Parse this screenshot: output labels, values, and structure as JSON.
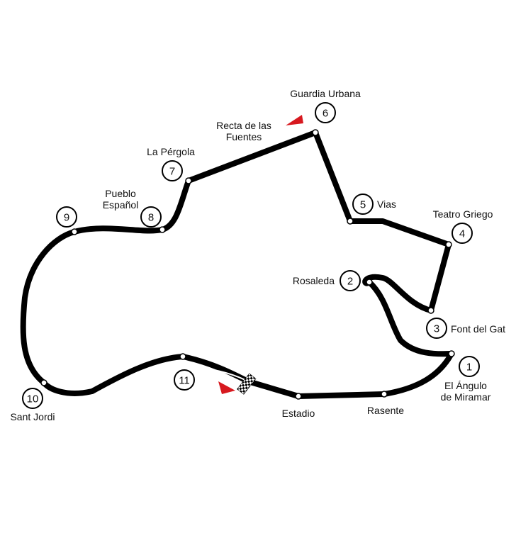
{
  "colors": {
    "track": "#000000",
    "marker": "#d7191f",
    "background": "#ffffff"
  },
  "corners": [
    {
      "num": "1",
      "name_lines": [
        "El Ángulo",
        "de Miramar"
      ]
    },
    {
      "num": "2",
      "name_lines": [
        "Rosaleda"
      ]
    },
    {
      "num": "3",
      "name_lines": [
        "Font del Gat"
      ]
    },
    {
      "num": "4",
      "name_lines": [
        "Teatro Griego"
      ]
    },
    {
      "num": "5",
      "name_lines": [
        "Vias"
      ]
    },
    {
      "num": "6",
      "name_lines": [
        "Guardia Urbana"
      ]
    },
    {
      "num": "7",
      "name_lines": [
        "La Pérgola"
      ]
    },
    {
      "num": "8",
      "name_lines": [
        "Pueblo",
        "Español"
      ]
    },
    {
      "num": "9",
      "name_lines": []
    },
    {
      "num": "10",
      "name_lines": [
        "Sant Jordi"
      ]
    },
    {
      "num": "11",
      "name_lines": []
    }
  ],
  "straights": [
    {
      "name_lines": [
        "Recta de las",
        "Fuentes"
      ]
    },
    {
      "name_lines": [
        "Estadio"
      ]
    },
    {
      "name_lines": [
        "Rasente"
      ]
    }
  ],
  "icons": [
    "start-finish-flag-icon",
    "direction-arrow-icon"
  ]
}
